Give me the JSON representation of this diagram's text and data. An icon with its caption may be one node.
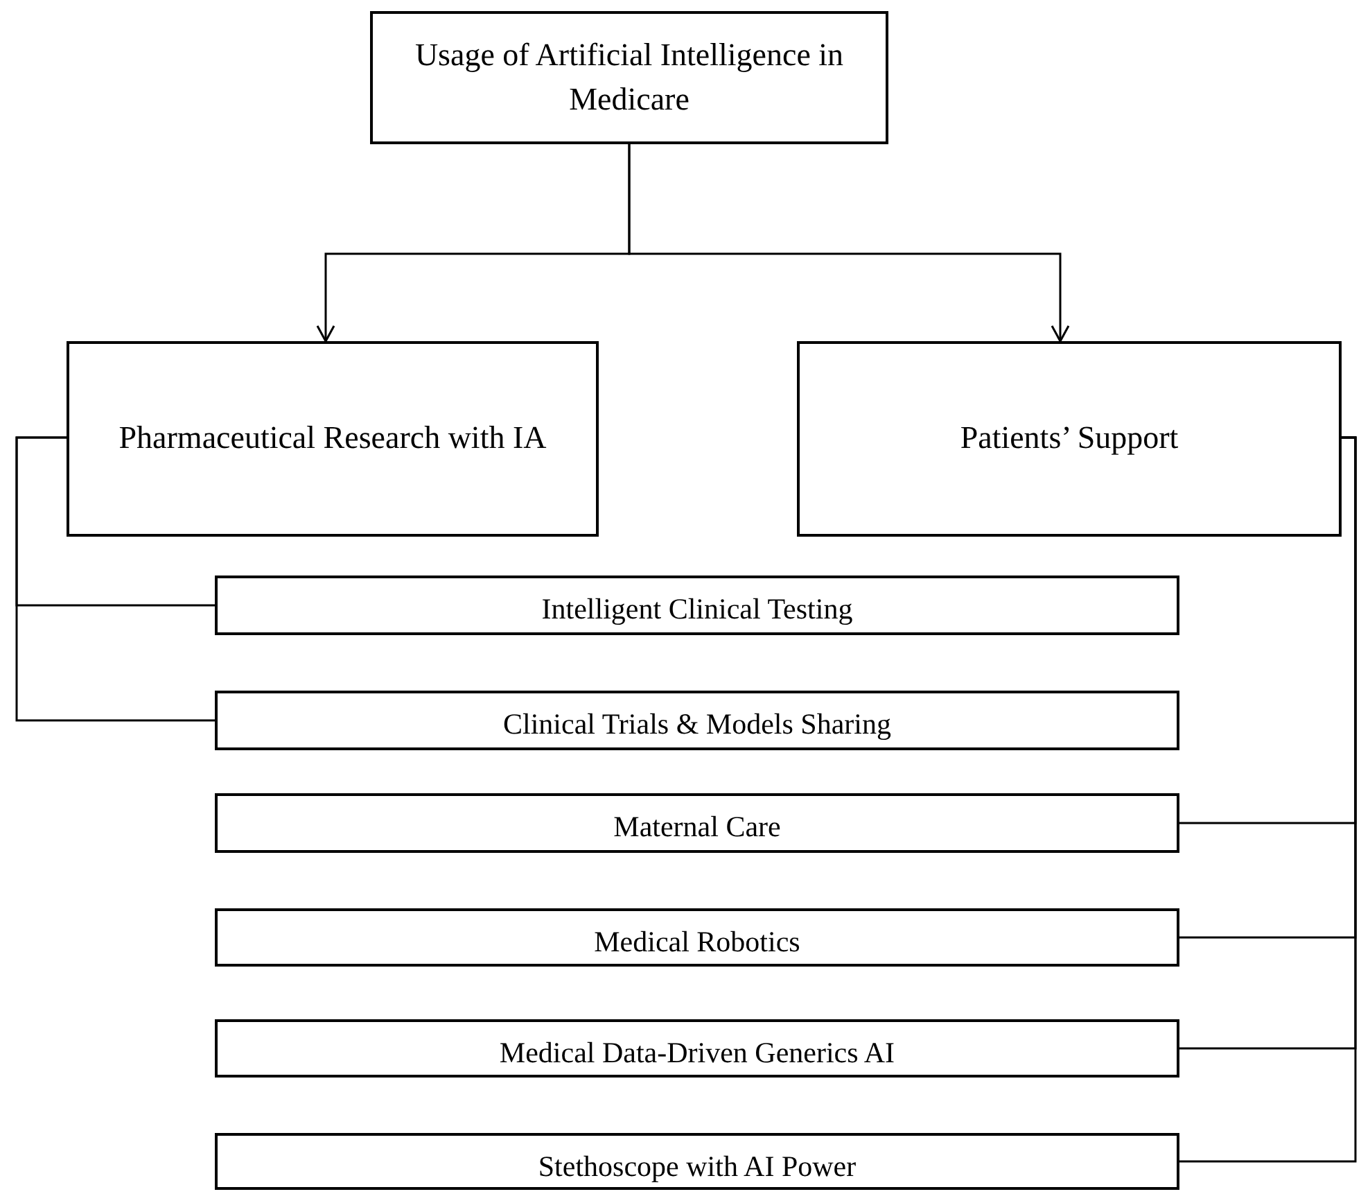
{
  "diagram": {
    "nodes": [
      {
        "text": [
          "Usage of Artificial Intelligence in Medicare"
        ]
      },
      {
        "text": [
          "Pharmaceutical Research with IA"
        ]
      },
      {
        "text": [
          "Patients’ Support"
        ]
      },
      {
        "text": [
          "Intelligent Clinical Testing"
        ]
      },
      {
        "text": [
          "Clinical Trials & Models Sharing"
        ]
      },
      {
        "text": [
          "Maternal Care"
        ]
      },
      {
        "text": [
          "Medical Robotics"
        ]
      },
      {
        "text": [
          "Medical Data-Driven Generics AI"
        ]
      },
      {
        "text": [
          "Stethoscope with AI Power"
        ]
      }
    ],
    "edges": [
      {
        "from": 0,
        "to": 1,
        "arrow": "to"
      },
      {
        "from": 0,
        "to": 2,
        "arrow": "to"
      },
      {
        "from": 1,
        "to": 3,
        "arrow": "none"
      },
      {
        "from": 1,
        "to": 4,
        "arrow": "none"
      },
      {
        "from": 2,
        "to": 5,
        "arrow": "none"
      },
      {
        "from": 2,
        "to": 6,
        "arrow": "none"
      },
      {
        "from": 2,
        "to": 7,
        "arrow": "none"
      },
      {
        "from": 2,
        "to": 8,
        "arrow": "none"
      }
    ]
  }
}
